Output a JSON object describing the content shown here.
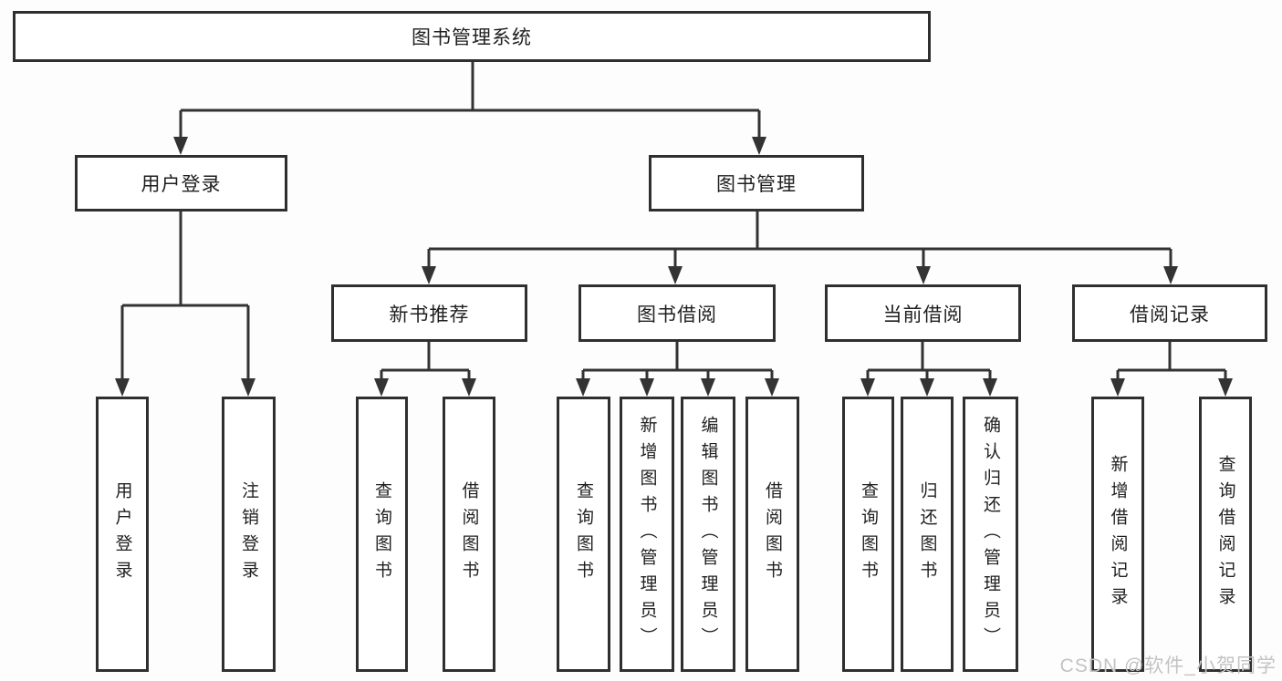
{
  "nodes": {
    "root": {
      "label": "图书管理系统"
    },
    "level2": [
      {
        "label": "用户登录"
      },
      {
        "label": "图书管理"
      }
    ],
    "level3": [
      {
        "label": "新书推荐"
      },
      {
        "label": "图书借阅"
      },
      {
        "label": "当前借阅"
      },
      {
        "label": "借阅记录"
      }
    ],
    "leaves": [
      {
        "label": "用户登录"
      },
      {
        "label": "注销登录"
      },
      {
        "label": "查询图书"
      },
      {
        "label": "借阅图书"
      },
      {
        "label": "查询图书"
      },
      {
        "label": "新增图书（管理员）"
      },
      {
        "label": "编辑图书（管理员）"
      },
      {
        "label": "借阅图书"
      },
      {
        "label": "查询图书"
      },
      {
        "label": "归还图书"
      },
      {
        "label": "确认归还（管理员）"
      },
      {
        "label": "新增借阅记录"
      },
      {
        "label": "查询借阅记录"
      }
    ]
  },
  "watermark": {
    "text": "CSDN @软件_小贺同学"
  },
  "colors": {
    "line": "#333333",
    "box_border": "#2f2f2f",
    "box_fill": "#ffffff",
    "text": "#1f1f1f",
    "watermark": "#c3c3c3",
    "background": "#fdfdfd"
  }
}
